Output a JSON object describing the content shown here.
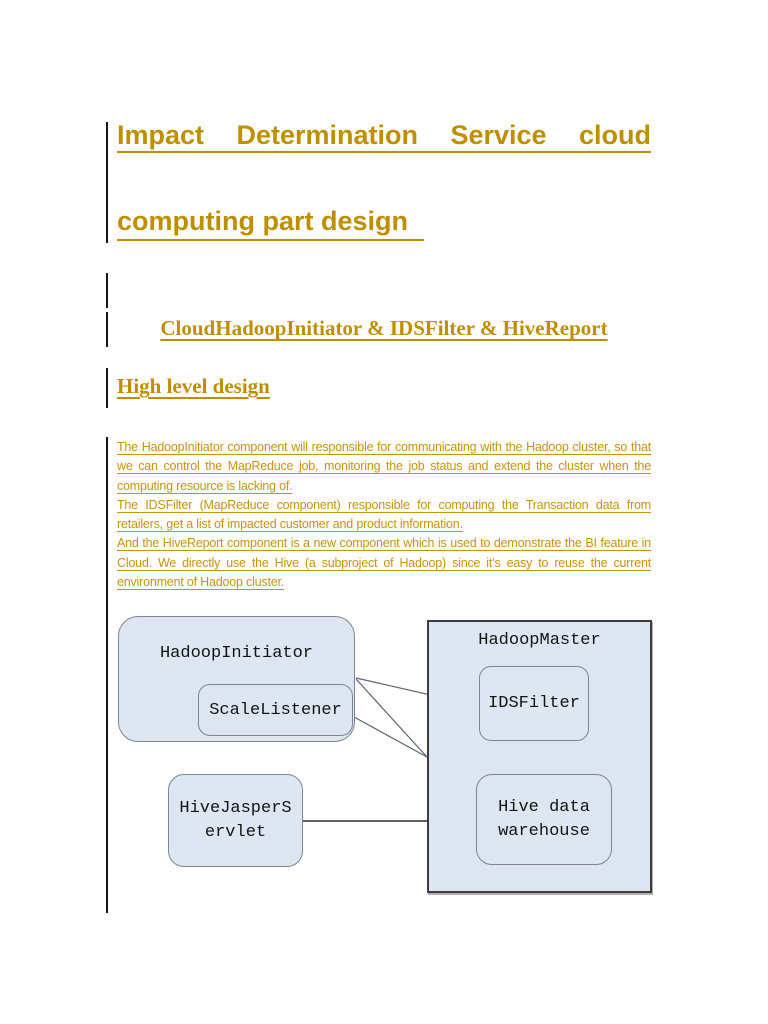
{
  "title": {
    "line1_words": [
      "Impact",
      "Determination",
      "Service",
      "cloud"
    ],
    "line2": "computing part design"
  },
  "subtitle": "CloudHadoopInitiator & IDSFilter & HiveReport",
  "section_heading": "High level design",
  "body": {
    "paragraphs": [
      "The HadoopInitiator component will responsible for communicating with the Hadoop cluster, so that we can control the MapReduce job, monitoring the job status and extend the cluster when the computing resource is lacking of.",
      "The IDSFilter (MapReduce component) responsible for computing the Transaction data from retailers, get a list of impacted customer and product information.",
      "And the HiveReport component is a new component which is used to demonstrate the BI feature in Cloud. We directly use the Hive (a subproject of Hadoop) since it’s easy to reuse the current environment of Hadoop cluster."
    ]
  },
  "diagram": {
    "nodes": {
      "hadoop_initiator": {
        "label": "HadoopInitiator"
      },
      "scale_listener": {
        "label": "ScaleListener"
      },
      "hadoop_master": {
        "label": "HadoopMaster"
      },
      "ids_filter": {
        "label": "IDSFilter"
      },
      "hive_jasper_servlet": {
        "label": "HiveJasperServlet"
      },
      "hive_data_warehouse": {
        "label": "Hive data warehouse"
      }
    },
    "edges": [
      {
        "from": "hadoop-initiator",
        "to": "ids-filter"
      },
      {
        "from": "hadoop-initiator",
        "to": "hadoop-master"
      },
      {
        "from": "scale-listener",
        "to": "hadoop-master"
      },
      {
        "from": "hive-jasper-servlet",
        "to": "hive-data-warehouse"
      }
    ]
  },
  "colors": {
    "accent_gold": "#BF8F00",
    "body_gold": "#C6940D",
    "node_fill": "#DDE6F1",
    "node_border": "#7B8794",
    "master_border": "#3D3D3D",
    "edge_line": "#5A6470"
  }
}
